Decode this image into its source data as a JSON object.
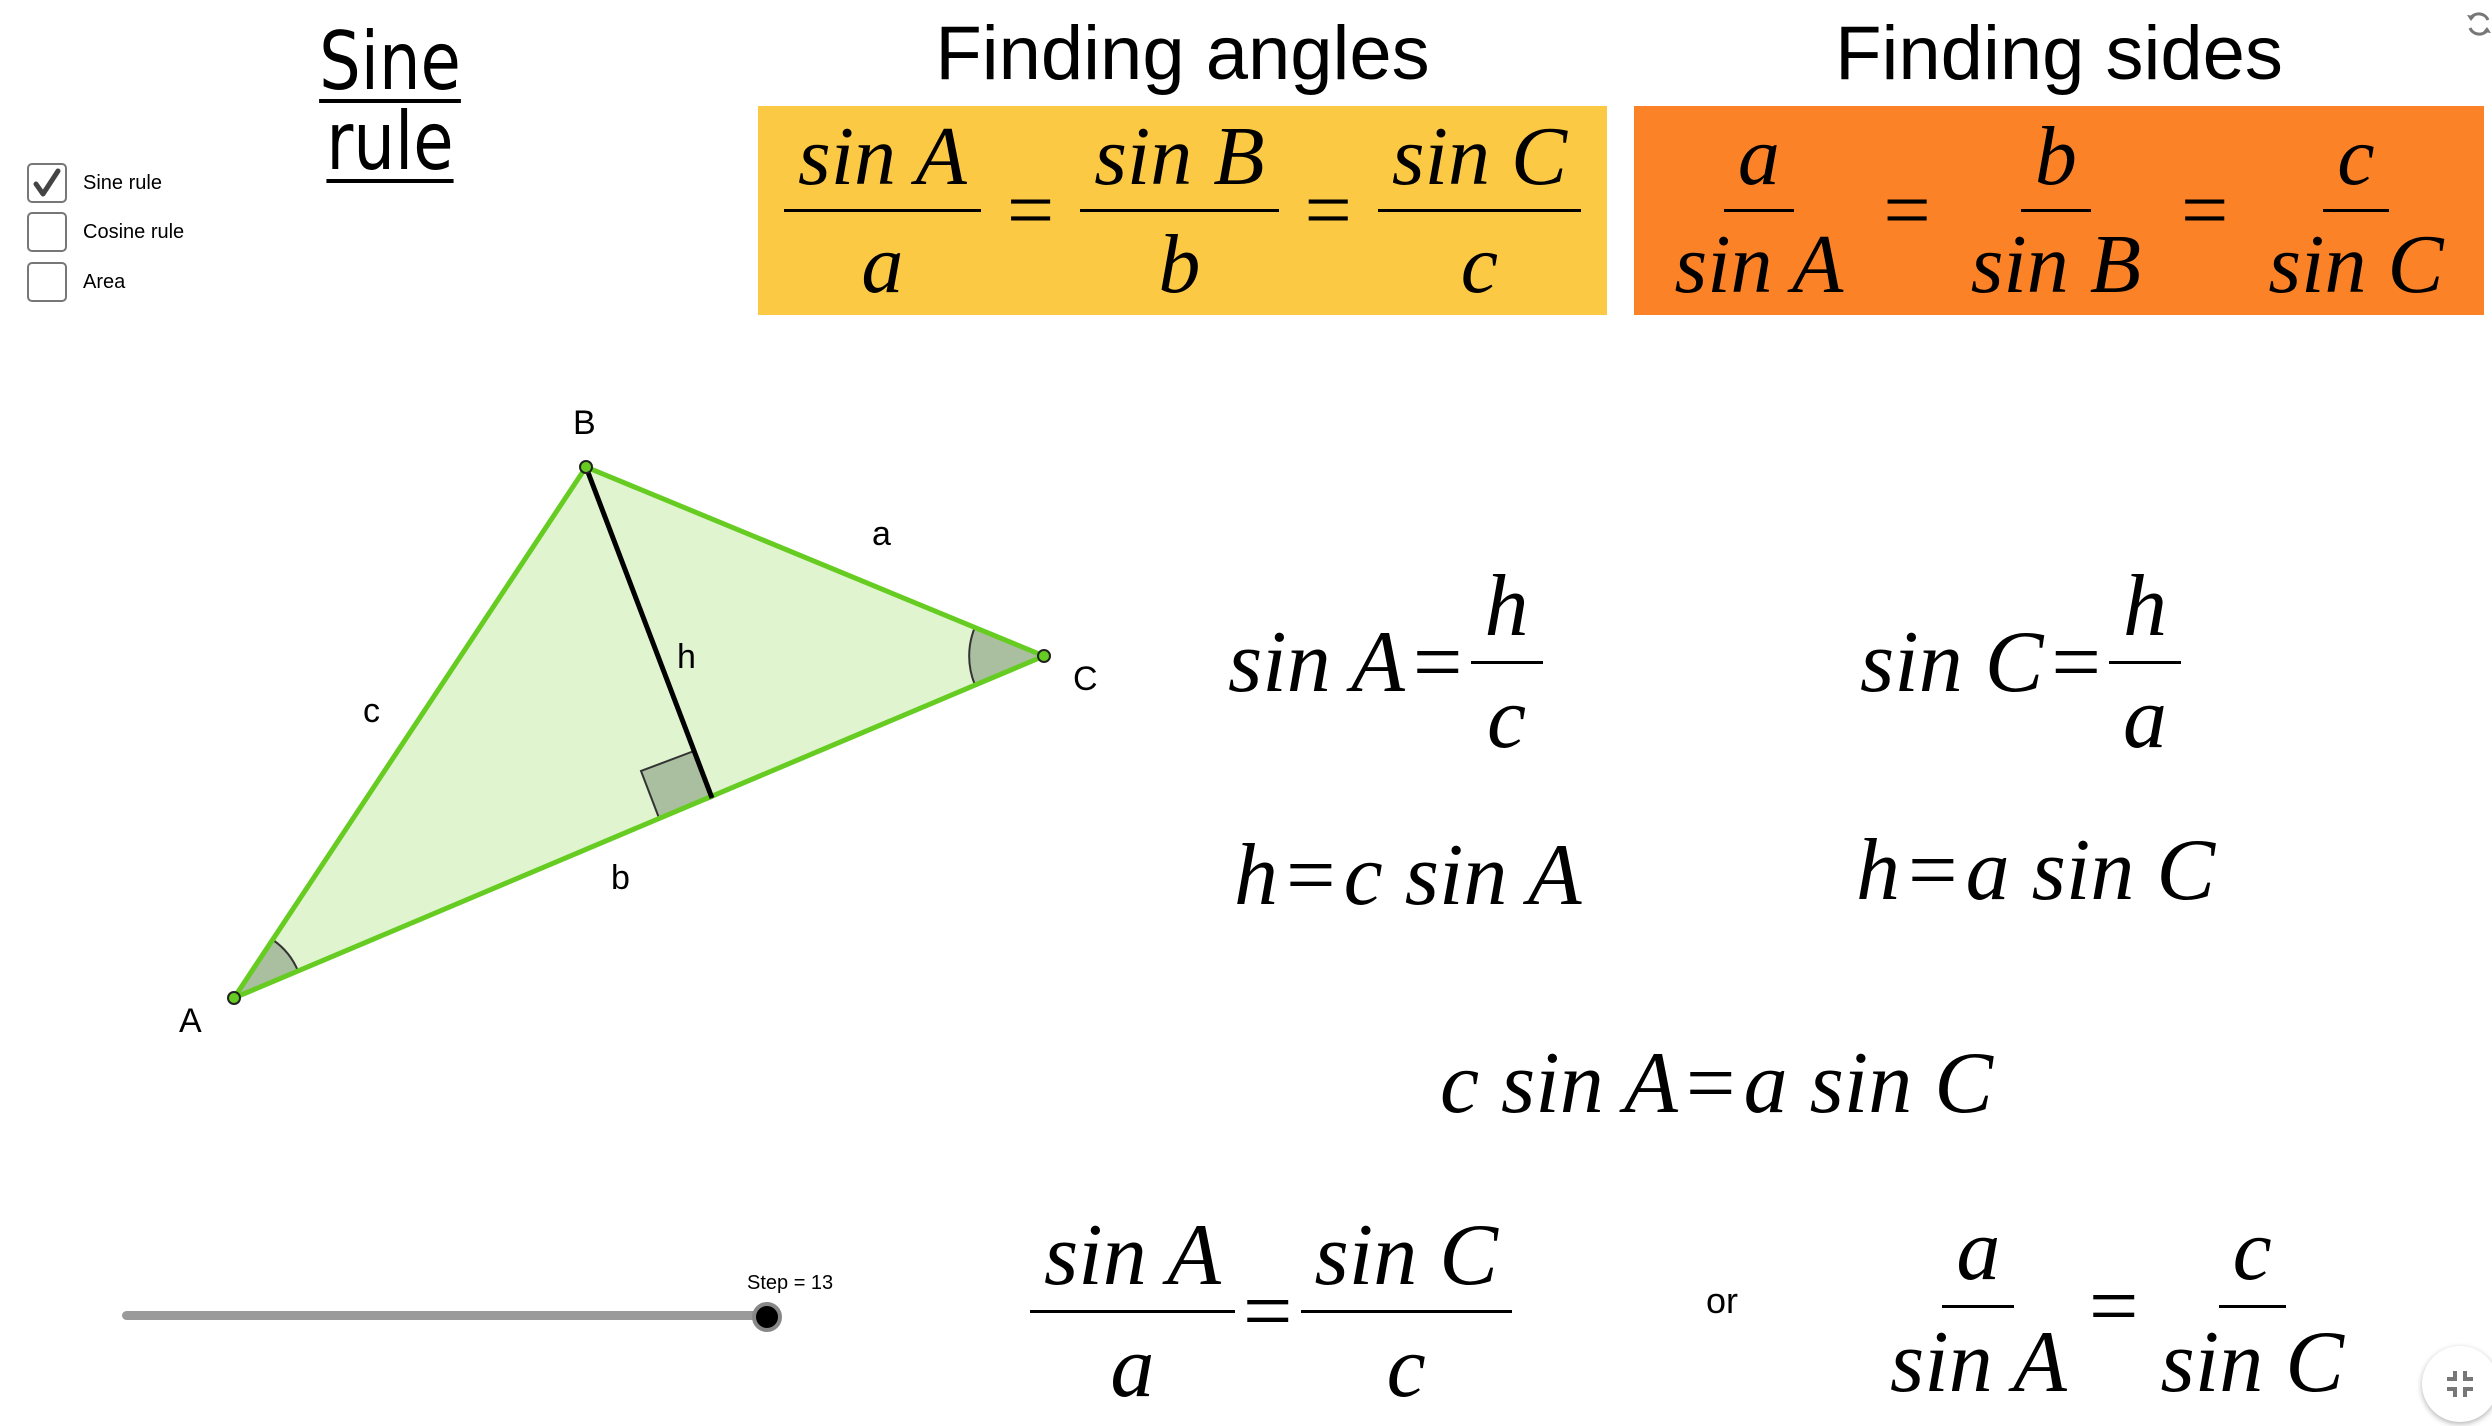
{
  "title": "Sine rule",
  "checkboxes": [
    {
      "label": "Sine rule",
      "checked": true
    },
    {
      "label": "Cosine rule",
      "checked": false
    },
    {
      "label": "Area",
      "checked": false
    }
  ],
  "finding_angles": {
    "title": "Finding angles",
    "color": "#FCC944",
    "terms": [
      {
        "num": "sin A",
        "den": "a"
      },
      {
        "num": "sin B",
        "den": "b"
      },
      {
        "num": "sin C",
        "den": "c"
      }
    ]
  },
  "finding_sides": {
    "title": "Finding sides",
    "color": "#FC8227",
    "terms": [
      {
        "num": "a",
        "den": "sin A"
      },
      {
        "num": "b",
        "den": "sin B"
      },
      {
        "num": "c",
        "den": "sin C"
      }
    ]
  },
  "equals": "=",
  "triangle": {
    "vertices": {
      "A": "A",
      "B": "B",
      "C": "C"
    },
    "sides": {
      "a": "a",
      "b": "b",
      "c": "c",
      "h": "h"
    },
    "fill": "#E0F4CF",
    "stroke": "#66CC22"
  },
  "derivation": {
    "sinA": {
      "lhs": "sin A",
      "num": "h",
      "den": "c"
    },
    "sinC": {
      "lhs": "sin C",
      "num": "h",
      "den": "a"
    },
    "hA": {
      "lhs": "h",
      "rhs": "c sin A"
    },
    "hC": {
      "lhs": "h",
      "rhs": "a sin C"
    },
    "combined": {
      "lhs": "c sin A",
      "rhs": "a sin C"
    },
    "result_left": [
      {
        "num": "sin A",
        "den": "a"
      },
      {
        "num": "sin C",
        "den": "c"
      }
    ],
    "or": "or",
    "result_right": [
      {
        "num": "a",
        "den": "sin A"
      },
      {
        "num": "c",
        "den": "sin C"
      }
    ]
  },
  "slider": {
    "label": "Step = 13",
    "value": 13,
    "fraction": 1.0
  }
}
